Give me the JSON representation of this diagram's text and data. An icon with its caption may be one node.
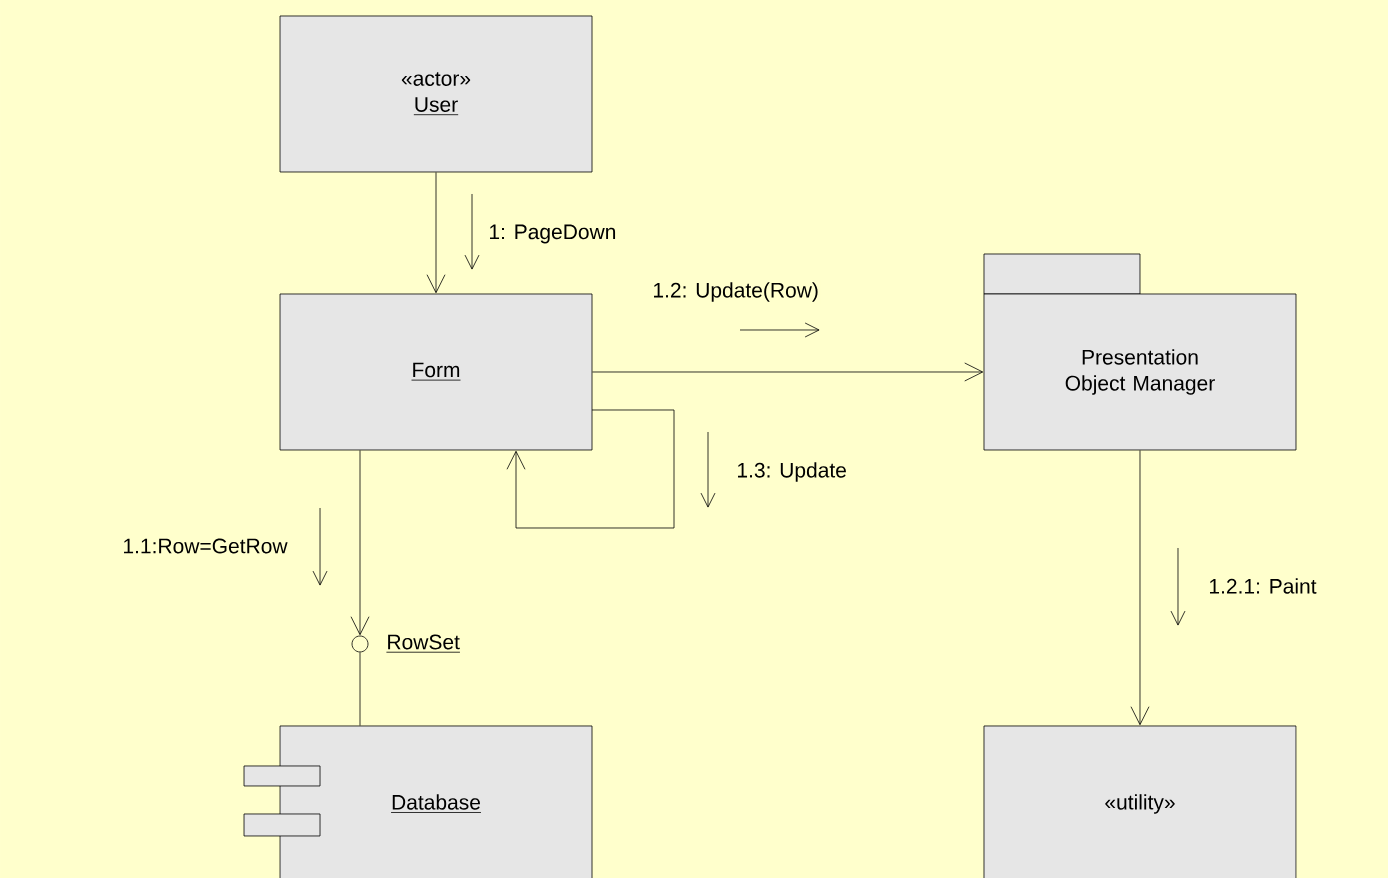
{
  "diagram": {
    "nodes": [
      {
        "text": [
          "«actor»",
          "User"
        ]
      },
      {
        "text": [
          "Form"
        ]
      },
      {
        "text": [
          "Presentation Object Manager"
        ]
      },
      {
        "text": [],
        "shape": "circle",
        "beside": [
          "RowSet"
        ]
      },
      {
        "text": [
          "Database"
        ]
      },
      {
        "text": [
          "«utility»"
        ]
      }
    ],
    "edges": [
      {
        "from": 0,
        "to": 1,
        "arrow": "to",
        "label": "1: PageDown"
      },
      {
        "from": 1,
        "to": 2,
        "arrow": "to",
        "label": "1.2: Update(Row)"
      },
      {
        "from": 1,
        "to": 1,
        "arrow": "to",
        "label": "1.3: Update"
      },
      {
        "from": 1,
        "to": 3,
        "arrow": "to",
        "label": "1.1:Row=GetRow"
      },
      {
        "from": 3,
        "to": 4,
        "arrow": "none"
      },
      {
        "from": 2,
        "to": 5,
        "arrow": "to",
        "label": "1.2.1: Paint"
      }
    ]
  }
}
